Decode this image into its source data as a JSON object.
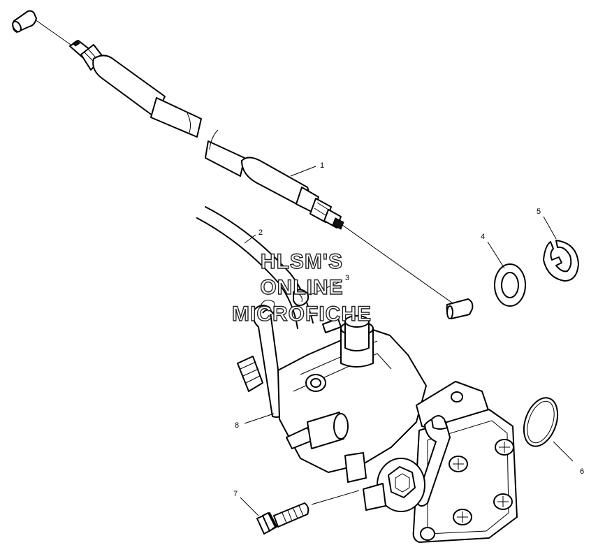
{
  "diagram": {
    "callouts": [
      {
        "id": "1",
        "label": "1"
      },
      {
        "id": "2",
        "label": "2"
      },
      {
        "id": "3",
        "label": "3"
      },
      {
        "id": "4",
        "label": "4"
      },
      {
        "id": "5",
        "label": "5"
      },
      {
        "id": "6",
        "label": "6"
      },
      {
        "id": "7",
        "label": "7"
      },
      {
        "id": "8",
        "label": "8"
      }
    ],
    "watermark": {
      "line1": "HLSM'S",
      "line2": "ONLINE",
      "line3": "MICROFICHE"
    }
  }
}
